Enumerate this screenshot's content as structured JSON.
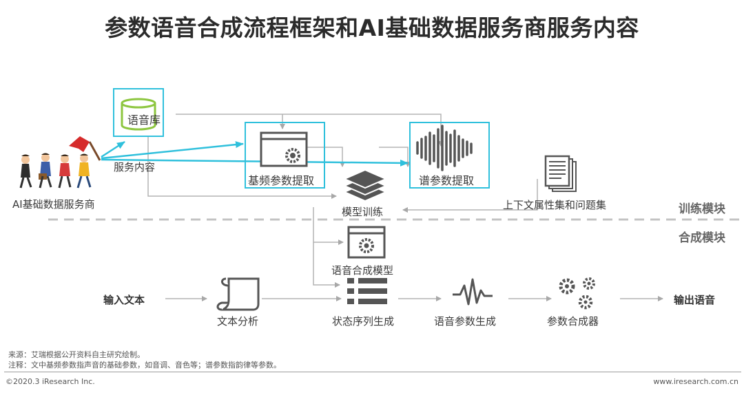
{
  "title": "参数语音合成流程框架和AI基础数据服务商服务内容",
  "nodes": {
    "corpus": "语音库",
    "provider": "AI基础数据服务商",
    "service": "服务内容",
    "f0_extract": "基频参数提取",
    "spectrum_extract": "谱参数提取",
    "model_training": "模型训练",
    "context": "上下文属性集和问题集",
    "synth_model": "语音合成模型",
    "input_text": "输入文本",
    "text_analysis": "文本分析",
    "state_sequence": "状态序列生成",
    "param_generation": "语音参数生成",
    "synthesizer": "参数合成器",
    "output_speech": "输出语音"
  },
  "modules": {
    "training": "训练模块",
    "synthesis": "合成模块"
  },
  "notes": {
    "source": "来源：艾瑞根据公开资料自主研究绘制。",
    "remark": "注释：文中基频参数指声音的基础参数，如音调、音色等；谱参数指韵律等参数。"
  },
  "footer": {
    "copyright": "©2020.3 iResearch Inc.",
    "url": "www.iresearch.com.cn"
  },
  "colors": {
    "accent": "#2fc0dc",
    "gray_line": "#b3b3b3",
    "icon": "#555555",
    "flag": "#d62b2b"
  }
}
